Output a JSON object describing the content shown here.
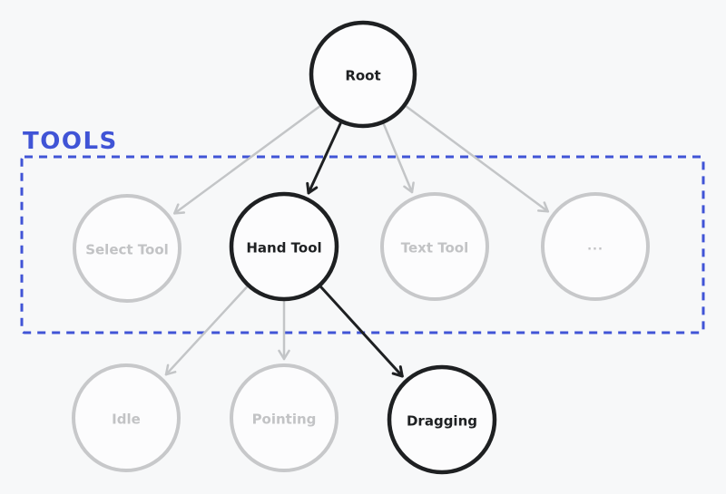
{
  "group": {
    "label": "TOOLS"
  },
  "nodes": {
    "root": {
      "label": "Root",
      "state": "active"
    },
    "select_tool": {
      "label": "Select Tool",
      "state": "inactive"
    },
    "hand_tool": {
      "label": "Hand Tool",
      "state": "active"
    },
    "text_tool": {
      "label": "Text Tool",
      "state": "inactive"
    },
    "more_tools": {
      "label": "...",
      "state": "inactive"
    },
    "idle": {
      "label": "Idle",
      "state": "inactive"
    },
    "pointing": {
      "label": "Pointing",
      "state": "inactive"
    },
    "dragging": {
      "label": "Dragging",
      "state": "active"
    }
  },
  "edges": [
    {
      "from": "root",
      "to": "select_tool",
      "emphasis": "inactive"
    },
    {
      "from": "root",
      "to": "hand_tool",
      "emphasis": "active"
    },
    {
      "from": "root",
      "to": "text_tool",
      "emphasis": "inactive"
    },
    {
      "from": "root",
      "to": "more_tools",
      "emphasis": "inactive"
    },
    {
      "from": "hand_tool",
      "to": "idle",
      "emphasis": "inactive"
    },
    {
      "from": "hand_tool",
      "to": "pointing",
      "emphasis": "inactive"
    },
    {
      "from": "hand_tool",
      "to": "dragging",
      "emphasis": "active"
    }
  ],
  "colors": {
    "accent": "#4054d6",
    "active": "#1e2022",
    "inactive": "#c7c8ca",
    "background": "#f7f8f9",
    "node_fill": "#fcfcfd"
  }
}
